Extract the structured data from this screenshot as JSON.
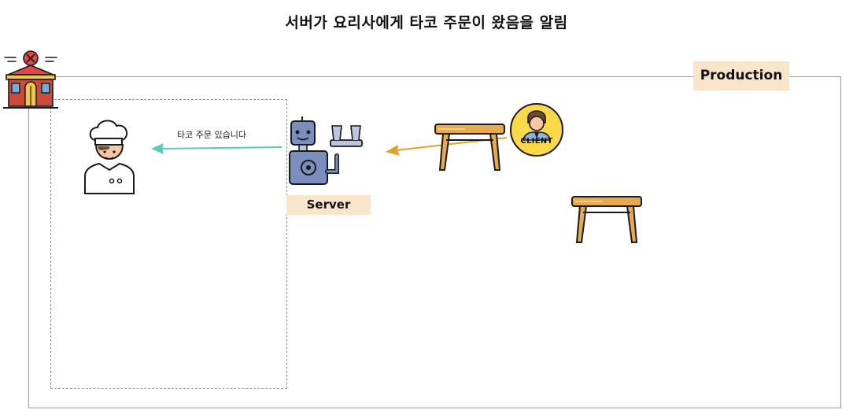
{
  "title": "서버가 요리사에게 타코 주문이 왔음을 알림",
  "production_label": "Production",
  "server_label": "Server",
  "client_label": "CLIENT",
  "message": "타코 주문 있습니다",
  "colors": {
    "chef_arrow": "#5cc8b5",
    "client_arrow": "#e0a030",
    "tag_bg": "#f8e5cc",
    "table": "#e9a94d",
    "client_badge": "#f9d94a",
    "robot": "#7b8fbf"
  },
  "icons": [
    "restaurant-icon",
    "chef-icon",
    "robot-server-icon",
    "table-icon",
    "client-icon"
  ]
}
